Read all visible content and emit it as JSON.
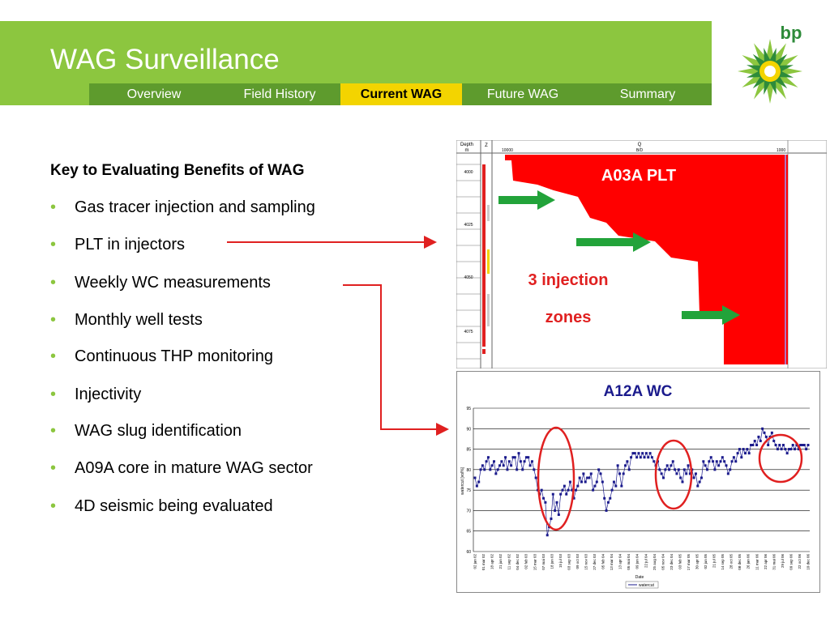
{
  "slide": {
    "title": "WAG Surveillance"
  },
  "tabs": [
    {
      "label": "Overview",
      "active": false
    },
    {
      "label": "Field History",
      "active": false
    },
    {
      "label": "Current WAG",
      "active": true
    },
    {
      "label": "Future WAG",
      "active": false
    },
    {
      "label": "Summary",
      "active": false
    }
  ],
  "logo": {
    "text": "bp",
    "icon": "bp-helios-icon"
  },
  "content": {
    "heading": "Key to Evaluating Benefits of WAG",
    "bullets": [
      "Gas tracer injection and sampling",
      "PLT in injectors",
      "Weekly WC measurements",
      "Monthly well tests",
      "Continuous THP monitoring",
      "Injectivity",
      "WAG slug identification",
      "A09A core in mature WAG sector",
      "4D seismic being evaluated"
    ]
  },
  "plt": {
    "title": "A03A PLT",
    "annotation_line1": "3 injection",
    "annotation_line2": "zones",
    "header": {
      "depth": "Depth",
      "depth_unit": "m",
      "z": "Z",
      "q": "Q",
      "q_unit": "B/D",
      "q_left": "10000",
      "q_right": "1000"
    },
    "depth_labels": [
      "4000",
      "4025",
      "4050",
      "4075"
    ]
  },
  "chart_data": {
    "type": "line",
    "title": "A12A WC",
    "xlabel": "Date",
    "ylabel": "watercut [vol%]",
    "ylim": [
      60,
      95
    ],
    "yticks": [
      60,
      65,
      70,
      75,
      80,
      85,
      90,
      95
    ],
    "grid": true,
    "legend": "bottom",
    "series": [
      {
        "name": "watercut",
        "color": "#1a1a8c",
        "values": [
          78,
          76,
          77,
          80,
          81,
          80,
          82,
          83,
          80,
          81,
          82,
          79,
          80,
          81,
          82,
          81,
          83,
          80,
          82,
          81,
          83,
          83,
          80,
          84,
          82,
          80,
          82,
          83,
          83,
          81,
          82,
          80,
          78,
          75,
          74,
          75,
          73,
          72,
          64,
          66,
          68,
          74,
          70,
          72,
          69,
          74,
          75,
          76,
          74,
          75,
          77,
          75,
          73,
          75,
          76,
          78,
          77,
          79,
          77,
          78,
          78,
          79,
          75,
          76,
          77,
          80,
          79,
          77,
          73,
          70,
          72,
          73,
          75,
          77,
          76,
          81,
          79,
          76,
          79,
          81,
          82,
          80,
          83,
          84,
          84,
          83,
          84,
          83,
          84,
          83,
          84,
          83,
          84,
          83,
          82,
          81,
          82,
          80,
          79,
          78,
          80,
          81,
          80,
          81,
          82,
          80,
          79,
          80,
          78,
          77,
          80,
          79,
          81,
          79,
          80,
          78,
          79,
          76,
          77,
          78,
          82,
          81,
          80,
          82,
          83,
          82,
          80,
          82,
          81,
          82,
          83,
          82,
          81,
          79,
          80,
          82,
          83,
          82,
          84,
          85,
          83,
          85,
          84,
          85,
          84,
          86,
          86,
          87,
          86,
          88,
          87,
          90,
          89,
          88,
          86,
          88,
          89,
          87,
          86,
          85,
          86,
          85,
          86,
          85,
          84,
          85,
          85,
          86,
          85,
          86,
          85,
          86,
          86,
          86,
          85,
          86
        ]
      }
    ],
    "x_tick_labels": [
      "02 jan 02",
      "01 mar 02",
      "18 apr 02",
      "21 jun 02",
      "11 sep 02",
      "04 dec 02",
      "02 feb 03",
      "15 mar 03",
      "07 mai 03",
      "18 jun 03",
      "15 jul 03",
      "03 sep 03",
      "09 oct 03",
      "15 nov 03",
      "27 dec 03",
      "05 feb 04",
      "13 mar 04",
      "13 apr 04",
      "05 mai 04",
      "09 jun 04",
      "22 jul 04",
      "25 aug 04",
      "05 nov 04",
      "23 dec 04",
      "03 feb 05",
      "17 mar 05",
      "30 apr 05",
      "02 jun 05",
      "21 jul 05",
      "14 sep 05",
      "28 oct 05",
      "08 dec 05",
      "26 jan 06",
      "11 mar 06",
      "22 apr 06",
      "31 mai 06",
      "29 jul 06",
      "09 sep 06",
      "22 oct 06",
      "10 dec 06"
    ]
  },
  "colors": {
    "green": "#8cc63f",
    "tab_dark": "#5e9b2d",
    "tab_active": "#f3d400",
    "annotation_red": "#e02020",
    "wc_blue": "#1a1a8c",
    "arrow_green": "#22a33a"
  }
}
